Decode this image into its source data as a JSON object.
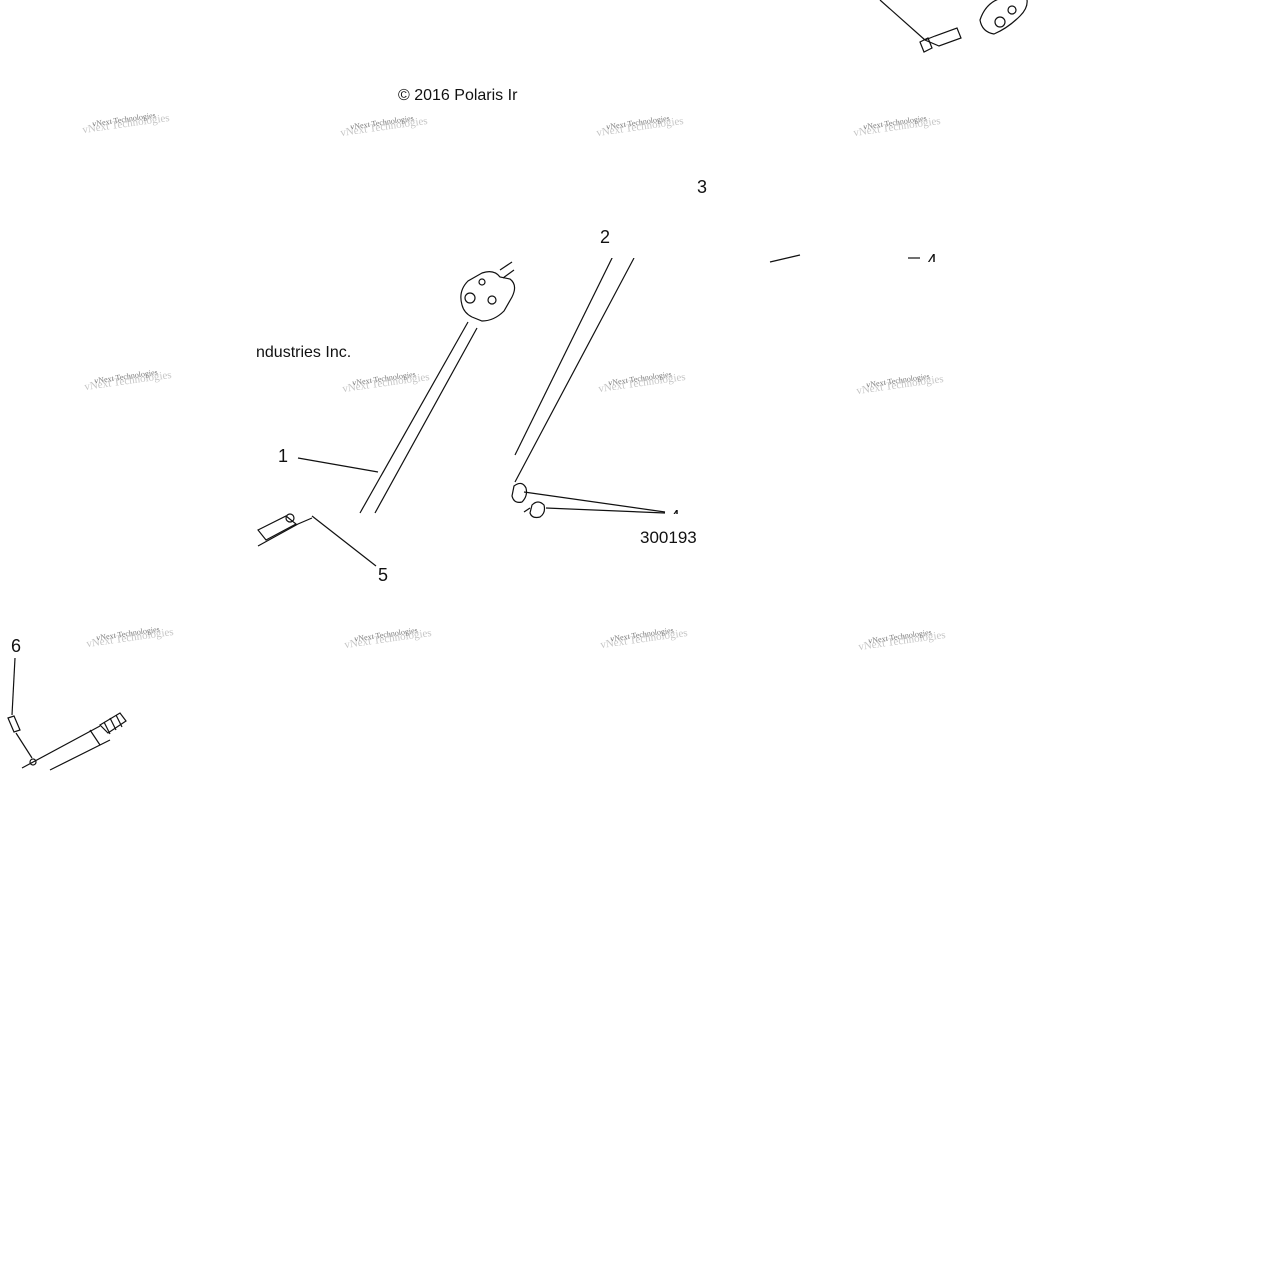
{
  "copyright_lines": [
    "© 2016 Polaris Ir",
    "ndustries Inc."
  ],
  "figure_number": "300193",
  "callouts": [
    "1",
    "2",
    "3",
    "4",
    "4",
    "5",
    "6"
  ],
  "watermark": {
    "text": "vNext Technologies",
    "shadow_text": "vNext Technologies"
  },
  "colors": {
    "line": "#111111",
    "watermark": "#666666"
  }
}
